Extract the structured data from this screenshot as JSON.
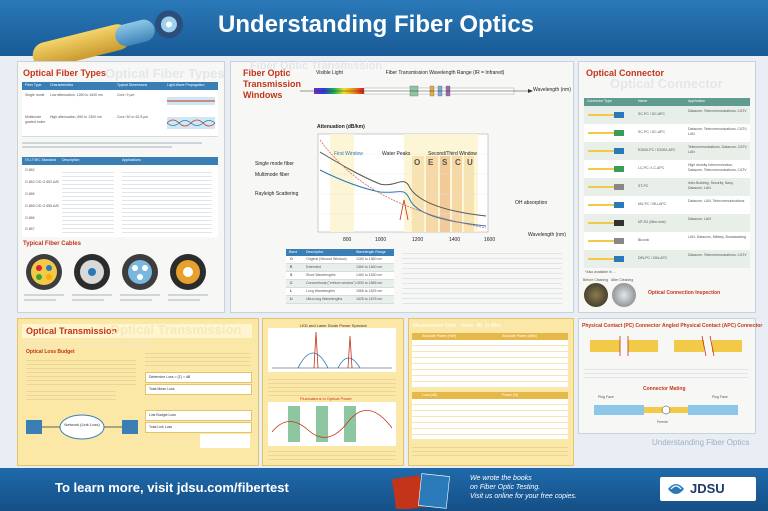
{
  "header": {
    "title": "Understanding Fiber Optics"
  },
  "fiber_types": {
    "title": "Optical Fiber Types",
    "ghost": "Optical Fiber Types",
    "columns": [
      "Fiber Type",
      "Characteristics",
      "Typical Dimensions",
      "Light-Wave Propagation"
    ],
    "rows": [
      [
        "Single mode",
        "Low attenuation, 1260 to 1640 nm",
        "Core: 9 µm",
        ""
      ],
      [
        "Multimode graded index",
        "High attenuation, 850 to 1300 nm",
        "Core: 50 or 62.5 µm",
        ""
      ]
    ],
    "std_columns": [
      "ITU-T/IEC Standard",
      "Description",
      "Applications"
    ],
    "std_rows": [
      "G.652",
      "G.652.C/D G.652.A/B",
      "G.655",
      "G.655.C/D G.655.A/B",
      "G.656",
      "G.657"
    ]
  },
  "fiber_cables": {
    "title": "Typical Fiber Cables"
  },
  "windows": {
    "title_line1": "Fiber Optic",
    "title_line2": "Transmission",
    "title_line3": "Windows",
    "ghost": "Fiber Optic Transmission",
    "visible_label": "Visible Light",
    "wdm_label": "Fiber Transmission Wavelength Range (IR = Infrared)",
    "wavelength_label": "Wavelength (nm)",
    "attenuation_label": "Attenuation (dB/km)",
    "single_mode_label": "Single mode fiber",
    "multimode_label": "Multimode fiber",
    "rayleigh_label": "Rayleigh Scattering",
    "oh_label": "OH absorption",
    "windows_labels": [
      "First Window",
      "Water Peaks",
      "Second/Third Window"
    ],
    "bands": [
      "O",
      "E",
      "S",
      "C",
      "U"
    ],
    "x_ticks": [
      "800",
      "1000",
      "1200",
      "1400",
      "1600"
    ],
    "band_columns": [
      "Band",
      "Description",
      "Wavelength Range"
    ],
    "band_rows": [
      [
        "O",
        "Original (Second Window)",
        "1260 to 1360 nm"
      ],
      [
        "E",
        "Extended",
        "1360 to 1460 nm"
      ],
      [
        "S",
        "Short Wavelengths",
        "1460 to 1530 nm"
      ],
      [
        "C",
        "Conventional (\"erbium window\")",
        "1530 to 1565 nm"
      ],
      [
        "L",
        "Long Wavelengths",
        "1565 to 1625 nm"
      ],
      [
        "U",
        "Ultra-long Wavelengths",
        "1625 to 1675 nm"
      ]
    ]
  },
  "connector": {
    "title": "Optical Connector",
    "ghost": "Optical Connector",
    "columns": [
      "Connector Type",
      "Name",
      "Application"
    ],
    "rows": [
      [
        "SC-PC / SC-APC",
        "Datacom, Telecommunications, CATV"
      ],
      [
        "SC-PC / SC-APC",
        "Datacom, Telecommunications, CATV, LAN"
      ],
      [
        "E2000-PC / E2000-APC",
        "Telecommunications, Datacom, CATV, LAN"
      ],
      [
        "LC-PC / LC-APC",
        "High density Interconnection, Datacom, Telecommunications, CATV"
      ],
      [
        "ST-PC",
        "Inter-Building, Security, Navy, Datacom, LAN"
      ],
      [
        "MU-PC / MU-APC",
        "Datacom, LAN, Telecommunications"
      ],
      [
        "MT-RJ (Mini-mini)",
        "Datacom, LAN"
      ],
      [
        "Biconic",
        "LAN, Datacom, Military, Broadcasting"
      ],
      [
        "DIN-PC / DIN-APC",
        "Datacom, Telecommunications, CATV"
      ]
    ],
    "note": "*Also available in ..."
  },
  "inspection": {
    "title": "Optical Connection Inspection",
    "caption_left": "Before Cleaning",
    "caption_right": "After Cleaning"
  },
  "pc_connector": {
    "title": "Physical Contact (PC) Connector"
  },
  "apc_connector": {
    "title": "Angled Physical Contact (APC) Connector"
  },
  "mating": {
    "title": "Connector Mating",
    "labels": [
      "Plug Face",
      "Ferrule",
      "Plug Face"
    ]
  },
  "transmission": {
    "title": "Optical Transmission",
    "ghost": "Optical Transmission",
    "budget_title": "Optical Loss Budget",
    "network_label": "Network (Link Loss)",
    "steps": [
      "Determine Loss = (Σ) = dB",
      "Total Mean Loss",
      "Link Budget Loss",
      "Total Link Loss"
    ]
  },
  "spectrum": {
    "title": "LED and Laser Diode Power Spectral",
    "bottom_title": "Fluctuations in Optical Power"
  },
  "measurement": {
    "title": "Measurement Units : Watts, dB, or dBm",
    "col1": "Absolute Power (mW)",
    "col2": "Absolute Power (dBm)",
    "col3": "Loss (dB)",
    "col4": "Power (%)"
  },
  "footer": {
    "cta": "To learn more, visit jdsu.com/fibertest",
    "books_line1": "We wrote the books",
    "books_line2": "on Fiber Optic Testing.",
    "books_line3": "Visit us online for your free copies.",
    "brand": "JDSU",
    "right_label": "Understanding Fiber Optics"
  },
  "colors": {
    "header_blue": "#185a95",
    "title_red": "#c33418",
    "table_blue": "#3a7eb6",
    "table_green": "#5f9c8f",
    "panel_yellow": "#fbe7a6"
  }
}
